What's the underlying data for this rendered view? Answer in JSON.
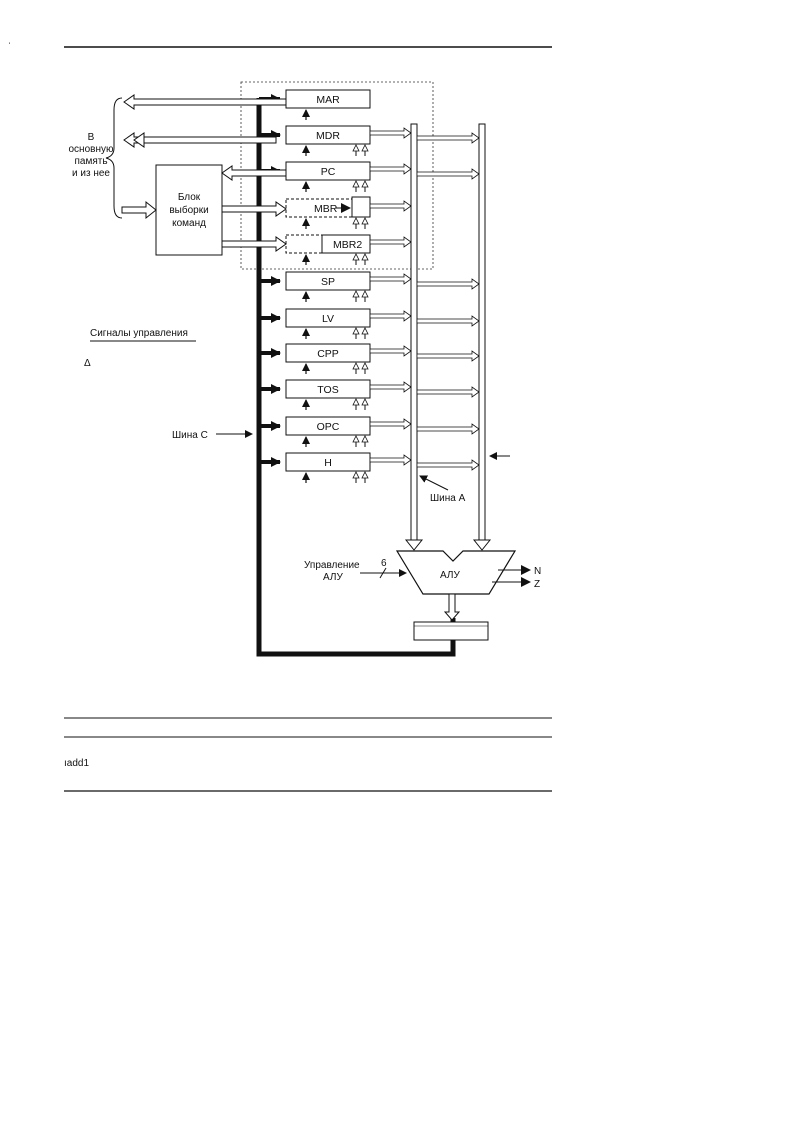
{
  "diagram": {
    "registers": [
      "MAR",
      "MDR",
      "PC",
      "MBR",
      "MBR2",
      "SP",
      "LV",
      "CPP",
      "TOS",
      "OPC",
      "H"
    ],
    "memory_label": [
      "В",
      "основную",
      "память",
      "и из нее"
    ],
    "fetch_unit_label": [
      "Блок",
      "выборки",
      "команд"
    ],
    "control_signals_label": "Сигналы управления",
    "bus_c_label": "Шина С",
    "bus_a_label": "Шина А",
    "alu_label": "АЛУ",
    "alu_control_label": [
      "Управление",
      "АЛУ"
    ],
    "alu_control_width": "6",
    "flag_n": "N",
    "flag_z": "Z",
    "delta_symbol": "Δ"
  },
  "page": {
    "fragment_text": "ıadd1"
  }
}
